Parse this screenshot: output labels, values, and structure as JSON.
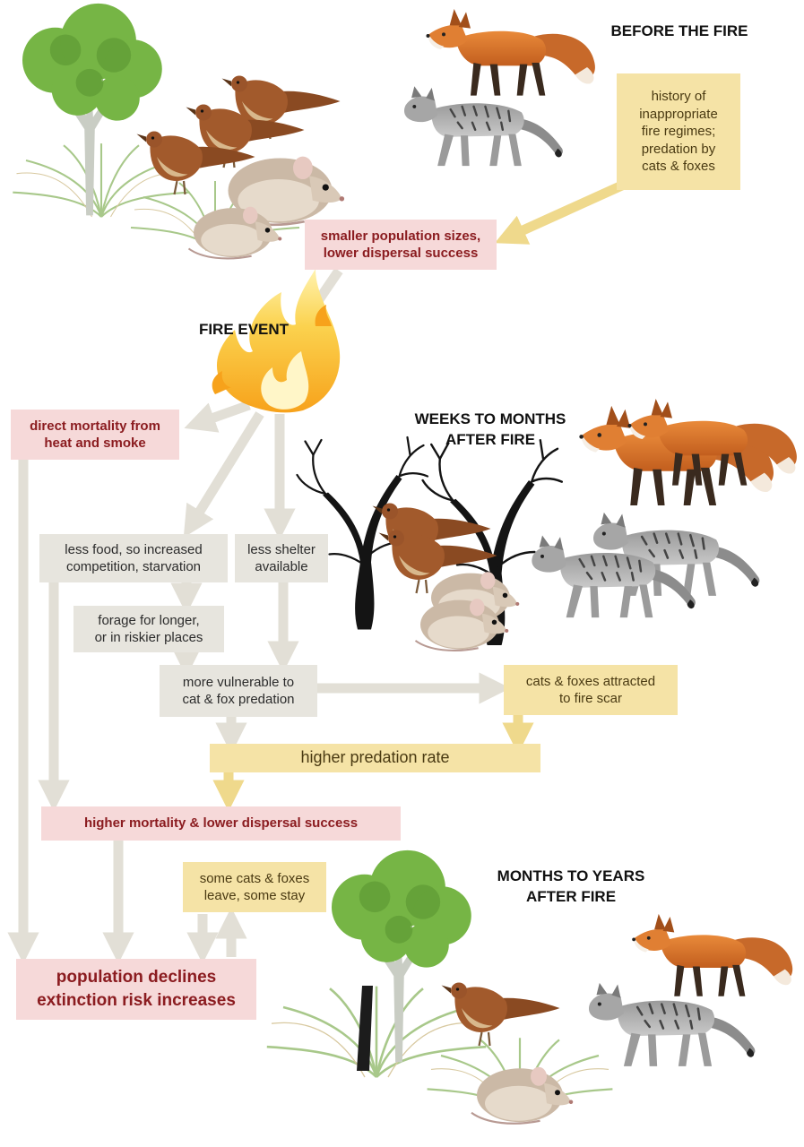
{
  "headings": {
    "before_fire": "BEFORE THE FIRE",
    "fire_event": "FIRE EVENT",
    "weeks_after": "WEEKS TO MONTHS\nAFTER FIRE",
    "months_after": "MONTHS TO YEARS\nAFTER FIRE"
  },
  "boxes": {
    "history": "history of\ninappropriate\nfire regimes;\npredation by\ncats & foxes",
    "smaller_pop": "smaller population sizes,\nlower dispersal success",
    "direct_mortality": "direct mortality from\nheat and smoke",
    "less_food": "less food, so increased\ncompetition, starvation",
    "less_shelter": "less shelter\navailable",
    "forage": "forage for longer,\nor in riskier places",
    "vulnerable": "more vulnerable to\ncat & fox predation",
    "attracted": "cats & foxes attracted\nto fire scar",
    "higher_predation": "higher predation rate",
    "higher_mortality": "higher mortality & lower dispersal success",
    "leave_stay": "some cats & foxes\nleave, some stay",
    "population_declines": "population declines\nextinction risk increases"
  },
  "colors": {
    "grey_box": "#e7e5de",
    "pink_box": "#f6d9d9",
    "yellow_box": "#f5e3a6",
    "pink_text": "#8b1c20",
    "grey_arrow": "#e2dfd6",
    "yellow_arrow": "#efd98c"
  },
  "illustrations": [
    "tree-icon",
    "bird-icon",
    "mouse-icon",
    "fox-icon",
    "cat-icon",
    "fire-icon",
    "dead-tree-icon"
  ]
}
